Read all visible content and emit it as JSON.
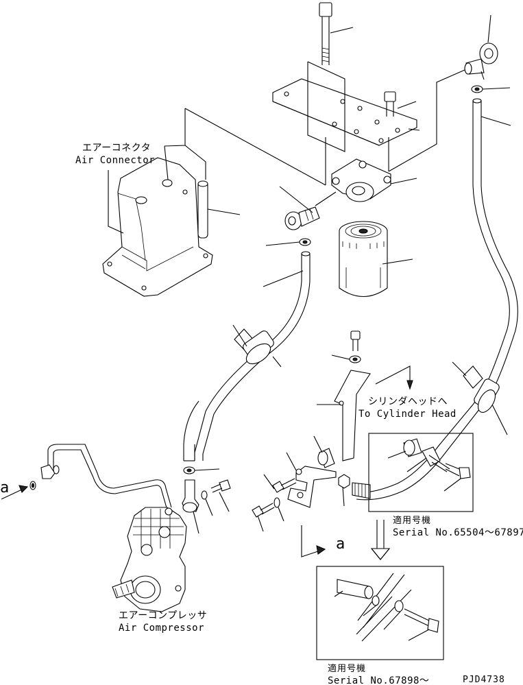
{
  "labels": {
    "air_connector_jp": "エアーコネクタ",
    "air_connector_en": "Air Connector",
    "cylinder_head_jp": "シリンダヘッドへ",
    "cylinder_head_en": "To Cylinder Head",
    "air_compressor_jp": "エアーコンプレッサ",
    "air_compressor_en": "Air Compressor",
    "applicable_jp_1": "適用号機",
    "serial_1": "Serial No.65504～67897",
    "applicable_jp_2": "適用号機",
    "serial_2": "Serial No.67898～",
    "view_a_left": "a",
    "view_a_center": "a",
    "drawing_code": "PJD4738"
  }
}
